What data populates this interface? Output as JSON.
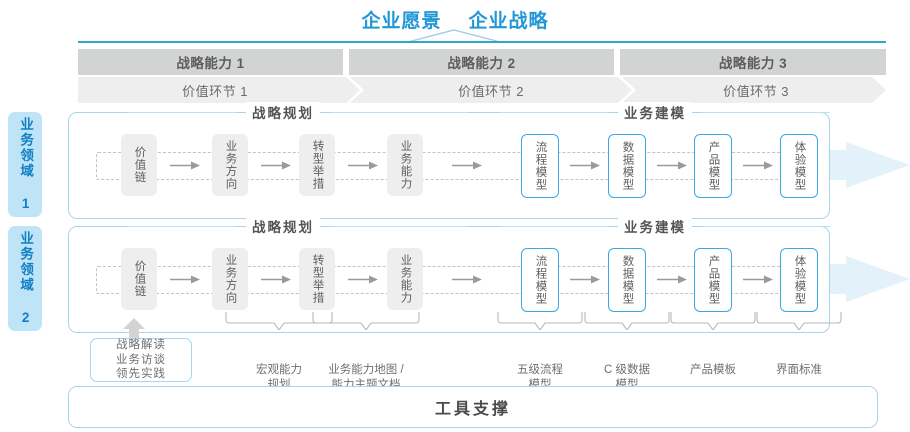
{
  "header": {
    "title_left": "企业愿景",
    "title_right": "企业战略",
    "accent_color": "#2197d6",
    "rule_color": "#2fa8cf"
  },
  "capabilities": [
    {
      "label": "战略能力 1"
    },
    {
      "label": "战略能力 2"
    },
    {
      "label": "战略能力 3"
    }
  ],
  "value_stages": [
    {
      "label": "价值环节 1"
    },
    {
      "label": "价值环节 2"
    },
    {
      "label": "价值环节 3"
    }
  ],
  "domains": [
    {
      "label": "业务领域 1"
    },
    {
      "label": "业务领域 2"
    }
  ],
  "sections": {
    "planning": "战略规划",
    "modeling": "业务建模"
  },
  "nodes": {
    "planning": [
      {
        "label": "价值链",
        "style": "grey"
      },
      {
        "label": "业务方向",
        "style": "grey"
      },
      {
        "label": "转型举措",
        "style": "grey"
      },
      {
        "label": "业务能力",
        "style": "grey"
      }
    ],
    "modeling": [
      {
        "label": "流程模型",
        "style": "blue"
      },
      {
        "label": "数据模型",
        "style": "blue"
      },
      {
        "label": "产品模型",
        "style": "blue"
      },
      {
        "label": "体验模型",
        "style": "blue"
      }
    ]
  },
  "callout": {
    "text": "战略解读\n业务访谈\n领先实践"
  },
  "notes": [
    {
      "text": "宏观能力\n规划"
    },
    {
      "text": "业务能力地图 /\n能力主题文档"
    },
    {
      "text": "五级流程\n模型"
    },
    {
      "text": "C 级数据\n模型"
    },
    {
      "text": "产品模板"
    },
    {
      "text": "界面标准"
    }
  ],
  "footer": {
    "label": "工具支撑"
  },
  "chart_data": {
    "type": "diagram",
    "title": "企业愿景 企业战略",
    "columns": [
      "战略能力 1",
      "战略能力 2",
      "战略能力 3"
    ],
    "lanes": [
      "业务领域 1",
      "业务领域 2"
    ],
    "stages": [
      "价值环节 1",
      "价值环节 2",
      "价值环节 3"
    ],
    "phases": [
      {
        "name": "战略规划",
        "steps": [
          "价值链",
          "业务方向",
          "转型举措",
          "业务能力"
        ]
      },
      {
        "name": "业务建模",
        "steps": [
          "流程模型",
          "数据模型",
          "产品模型",
          "体验模型"
        ]
      }
    ],
    "deliverables": [
      "战略解读 业务访谈 领先实践",
      "宏观能力规划",
      "业务能力地图 / 能力主题文档",
      "五级流程模型",
      "C 级数据模型",
      "产品模板",
      "界面标准"
    ],
    "footer": "工具支撑"
  }
}
